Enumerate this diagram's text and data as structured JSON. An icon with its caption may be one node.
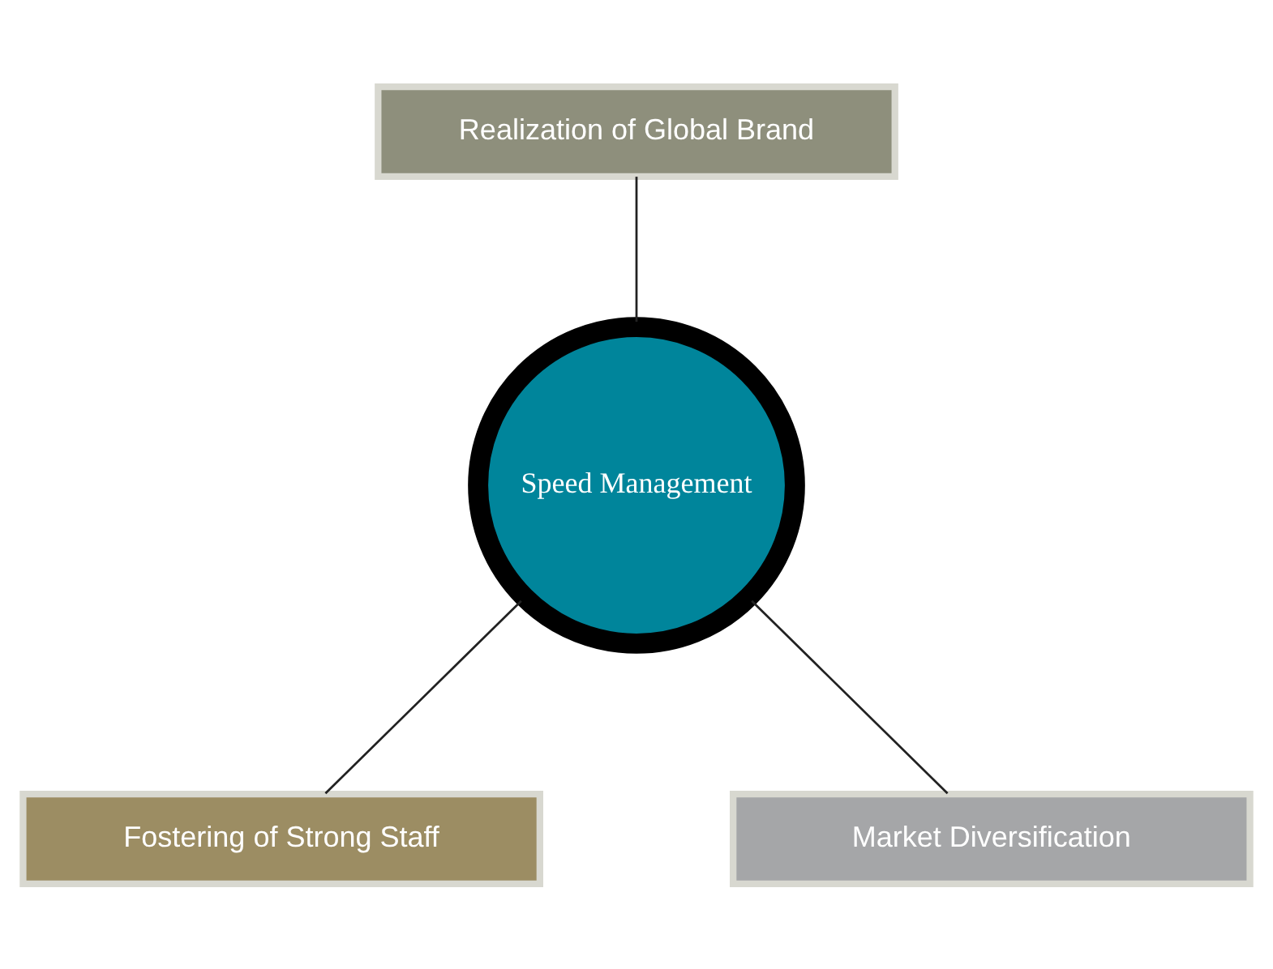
{
  "diagram": {
    "nodes": [
      {
        "text": [
          "Realization of Global Brand"
        ]
      },
      {
        "text": [
          "Speed Management"
        ]
      },
      {
        "text": [
          "Fostering of Strong Staff"
        ]
      },
      {
        "text": [
          "Market Diversification"
        ]
      }
    ],
    "edges": [
      {
        "from": 0,
        "to": 1,
        "arrow": "none"
      },
      {
        "from": 2,
        "to": 1,
        "arrow": "none"
      },
      {
        "from": 3,
        "to": 1,
        "arrow": "none"
      }
    ]
  }
}
